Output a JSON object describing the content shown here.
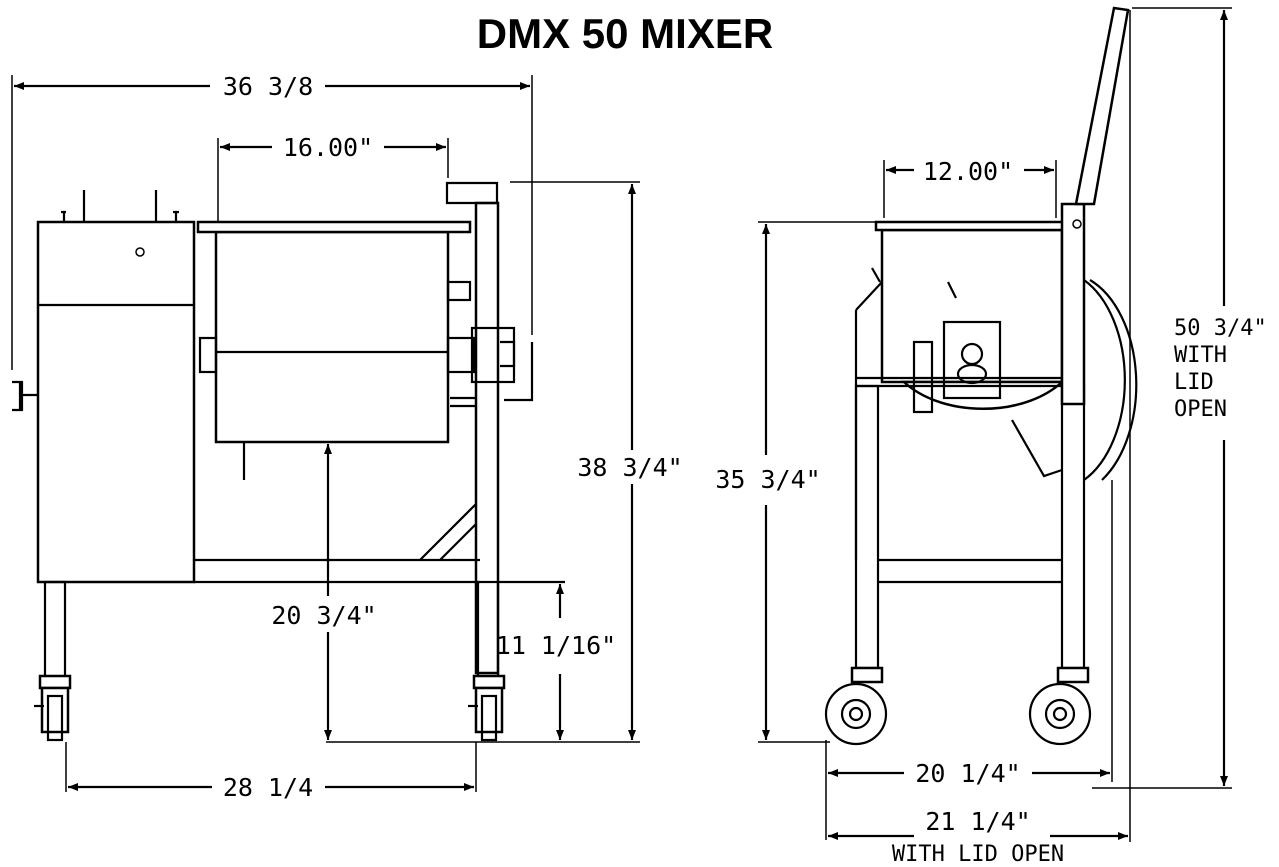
{
  "title": "DMX 50 MIXER",
  "front_view": {
    "overall_width": "36 3/8",
    "tub_width": "16.00\"",
    "overall_height": "38 3/4\"",
    "tub_bottom_height": "20 3/4\"",
    "frame_height": "11 1/16\"",
    "caster_spacing": "28 1/4"
  },
  "side_view": {
    "tub_depth": "12.00\"",
    "height": "35 3/4\"",
    "lid_open_height": [
      "50 3/4\"",
      "WITH",
      "LID",
      "OPEN"
    ],
    "base_depth": "20 1/4\"",
    "lid_open_depth": [
      "21 1/4\"",
      "WITH LID OPEN"
    ]
  }
}
